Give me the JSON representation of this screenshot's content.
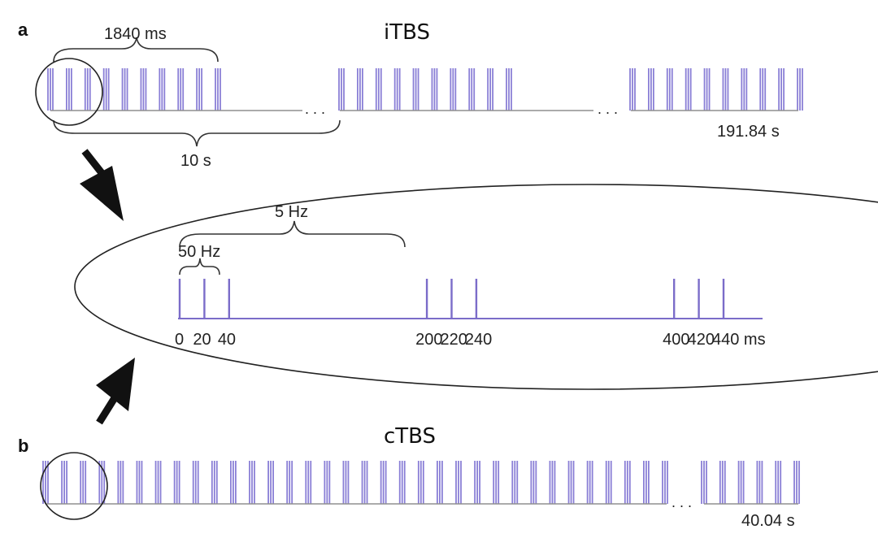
{
  "panel_a": {
    "letter": "a",
    "title": "iTBS",
    "brace_top_label": "1840 ms",
    "brace_bottom_label": "10 s",
    "end_time": "191.84 s",
    "ellipsis": ". . ."
  },
  "panel_b": {
    "letter": "b",
    "title": "cTBS",
    "end_time": "40.04 s",
    "ellipsis": ". . ."
  },
  "zoom": {
    "theta_label": "5 Hz",
    "burst_label": "50 Hz",
    "pulse_times_ms": [
      0,
      20,
      40,
      200,
      220,
      240,
      400,
      420,
      440
    ],
    "tick_labels": [
      "0",
      "20",
      "40",
      "200",
      "220",
      "240",
      "400",
      "420",
      "440 ms"
    ]
  },
  "colors": {
    "pulse": "#7b6cc9",
    "baseline": "#8f8f8f",
    "arrow": "#111111"
  }
}
